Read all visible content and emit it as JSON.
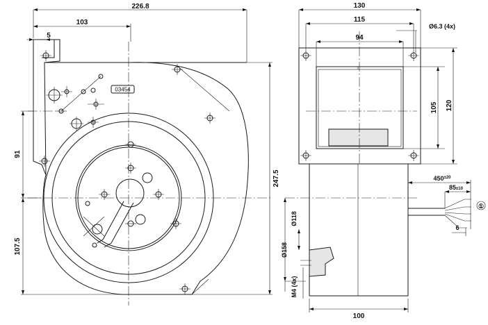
{
  "front_view": {
    "dims": {
      "overall_width": "226.8",
      "to_center": "103",
      "flange_offset": "5",
      "height_upper": "91",
      "height_lower": "107.5",
      "overall_height": "247.5"
    },
    "part_label": "03454"
  },
  "side_view": {
    "dims": {
      "outer_width": "130",
      "hole_spacing": "115",
      "outlet_width": "94",
      "hole_dia": "Ø6.3 (4x)",
      "outlet_height": "105",
      "flange_height": "120",
      "cable_length": "450",
      "cable_length_tol": "±20",
      "strip_length": "85",
      "strip_length_tol": "±10",
      "wire_end": "6",
      "inlet_dia": "Ø118",
      "ring_dia": "Ø158",
      "thread": "M4 (4x)",
      "motor_width": "100"
    },
    "callout": "①"
  }
}
